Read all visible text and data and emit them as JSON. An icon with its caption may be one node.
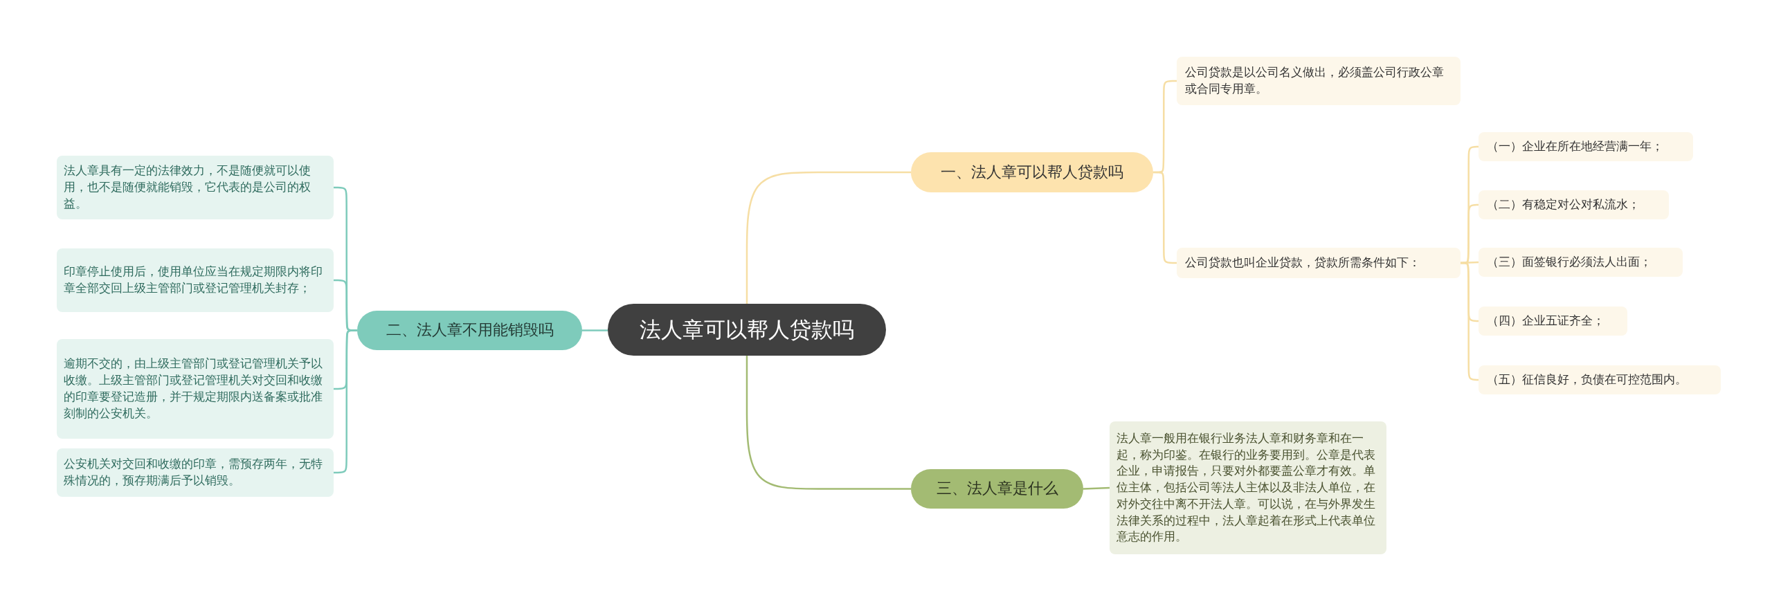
{
  "diagram": {
    "nodes": [
      {
        "text": [
          "法人章可以帮人贷款吗"
        ]
      },
      {
        "text": [
          "一、法人章可以帮人贷款吗"
        ]
      },
      {
        "text": [
          "公司贷款是以公司名义做出，必须盖公司行政公章或合同专用章。"
        ]
      },
      {
        "text": [
          "公司贷款也叫企业贷款，贷款所需条件如下："
        ]
      },
      {
        "text": [
          "（一）企业在所在地经营满一年；"
        ]
      },
      {
        "text": [
          "（二）有稳定对公对私流水；"
        ]
      },
      {
        "text": [
          "（三）面签银行必须法人出面；"
        ]
      },
      {
        "text": [
          "（四）企业五证齐全；"
        ]
      },
      {
        "text": [
          "（五）征信良好，负债在可控范围内。"
        ]
      },
      {
        "text": [
          "二、法人章不用能销毁吗"
        ]
      },
      {
        "text": [
          "法人章具有一定的法律效力，不是随便就可以使用，也不是随便就能销毁，它代表的是公司的权益。"
        ]
      },
      {
        "text": [
          "印章停止使用后，使用单位应当在规定期限内将印章全部交回上级主管部门或登记管理机关封存；"
        ]
      },
      {
        "text": [
          "逾期不交的，由上级主管部门或登记管理机关予以收缴。上级主管部门或登记管理机关对交回和收缴的印章要登记造册，并于规定期限内送备案或批准刻制的公安机关。"
        ]
      },
      {
        "text": [
          "公安机关对交回和收缴的印章，需预存两年，无特殊情况的，预存期满后予以销毁。"
        ]
      },
      {
        "text": [
          "三、法人章是什么"
        ]
      },
      {
        "text": [
          "法人章一般用在银行业务法人章和财务章和在一起，称为印鉴。在银行的业务要用到。公章是代表企业，申请报告，只要对外都要盖公章才有效。单位主体，包括公司等法人主体以及非法人单位，在对外交往中离不开法人章。可以说，在与外界发生法律关系的过程中，法人章起着在形式上代表单位意志的作用。"
        ]
      }
    ],
    "edges": [
      {
        "from": 0,
        "to": 1,
        "arrow": "none"
      },
      {
        "from": 1,
        "to": 2,
        "arrow": "none"
      },
      {
        "from": 1,
        "to": 3,
        "arrow": "none"
      },
      {
        "from": 3,
        "to": 4,
        "arrow": "none"
      },
      {
        "from": 3,
        "to": 5,
        "arrow": "none"
      },
      {
        "from": 3,
        "to": 6,
        "arrow": "none"
      },
      {
        "from": 3,
        "to": 7,
        "arrow": "none"
      },
      {
        "from": 3,
        "to": 8,
        "arrow": "none"
      },
      {
        "from": 0,
        "to": 9,
        "arrow": "none",
        "color": "#7ecbbb"
      },
      {
        "from": 9,
        "to": 10,
        "arrow": "none",
        "color": "#7ecbbb"
      },
      {
        "from": 9,
        "to": 11,
        "arrow": "none",
        "color": "#7ecbbb"
      },
      {
        "from": 9,
        "to": 12,
        "arrow": "none",
        "color": "#7ecbbb"
      },
      {
        "from": 9,
        "to": 13,
        "arrow": "none",
        "color": "#7ecbbb"
      },
      {
        "from": 0,
        "to": 14,
        "arrow": "none",
        "color": "#a3bb73"
      },
      {
        "from": 14,
        "to": 15,
        "arrow": "none",
        "color": "#a3bb73"
      }
    ]
  }
}
